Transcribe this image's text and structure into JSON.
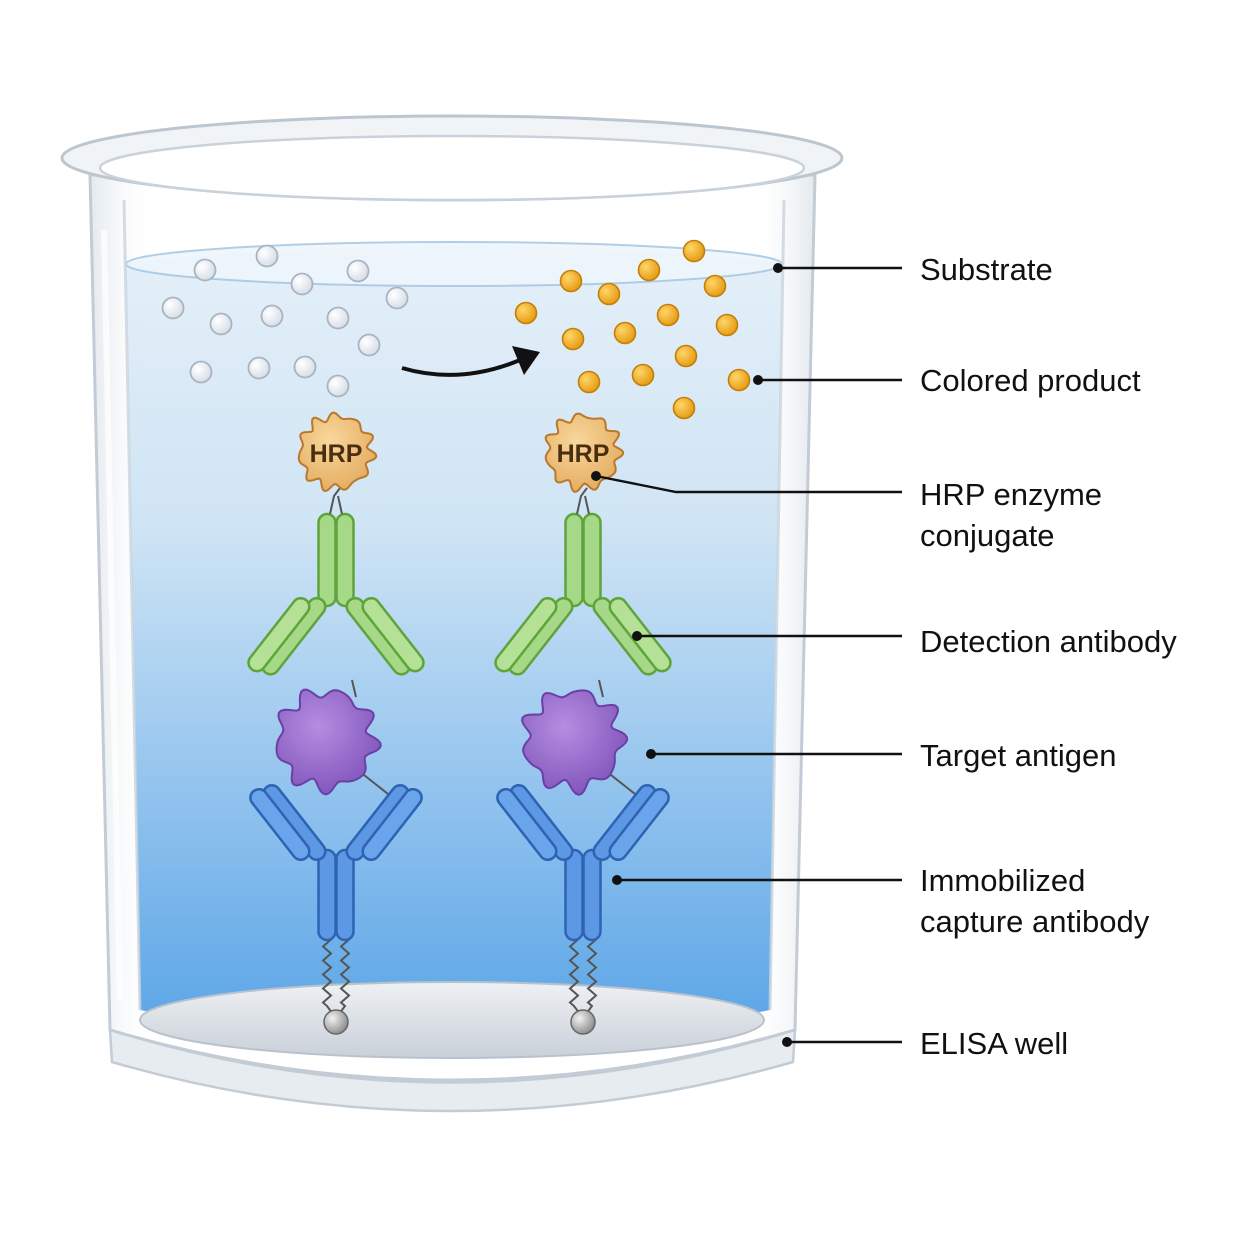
{
  "hrp_badge": "HRP",
  "labels": {
    "substrate": "Substrate",
    "colored_product": "Colored product",
    "hrp_line1": "HRP enzyme",
    "hrp_line2": "conjugate",
    "detection": "Detection antibody",
    "antigen": "Target antigen",
    "capture_line1": "Immobilized",
    "capture_line2": "capture antibody",
    "well": "ELISA well"
  },
  "colors": {
    "liquid_top": "#dcebf6",
    "liquid_bottom": "#5aa8e8",
    "substrate": "#f4f7fa",
    "product": "#f2a51e",
    "hrp": "#f0c27c",
    "detection_antibody": "#9fd67a",
    "antigen": "#9b6fcf",
    "capture_antibody": "#4d8fe0"
  }
}
